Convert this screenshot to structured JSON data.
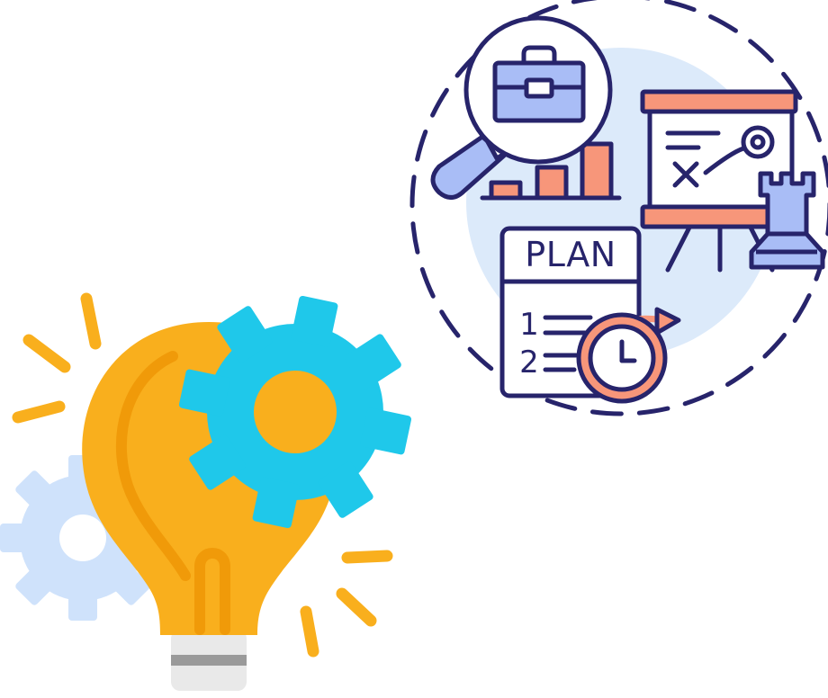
{
  "planning_illustration": {
    "plan_card": {
      "heading": "PLAN",
      "items": [
        "1",
        "2"
      ]
    },
    "icons": [
      "magnifier-icon",
      "briefcase-icon",
      "bar-chart-icon",
      "strategy-board-icon",
      "chess-rook-icon",
      "clock-icon",
      "forward-arrow-icon"
    ]
  },
  "idea_illustration": {
    "icons": [
      "light-bulb-icon",
      "gear-icon",
      "background-gear-icon",
      "light-rays-icon"
    ]
  },
  "colors": {
    "outline": "#27246b",
    "accent_orange": "#f7967a",
    "accent_blue": "#a9bdf6",
    "backdrop_blue": "#dceafa",
    "bulb_yellow": "#f9af1d",
    "bulb_dark": "#f09a09",
    "gear_cyan": "#1fc8ea",
    "gear_light": "#cfe2fb",
    "base_gray": "#9a9a9a"
  }
}
